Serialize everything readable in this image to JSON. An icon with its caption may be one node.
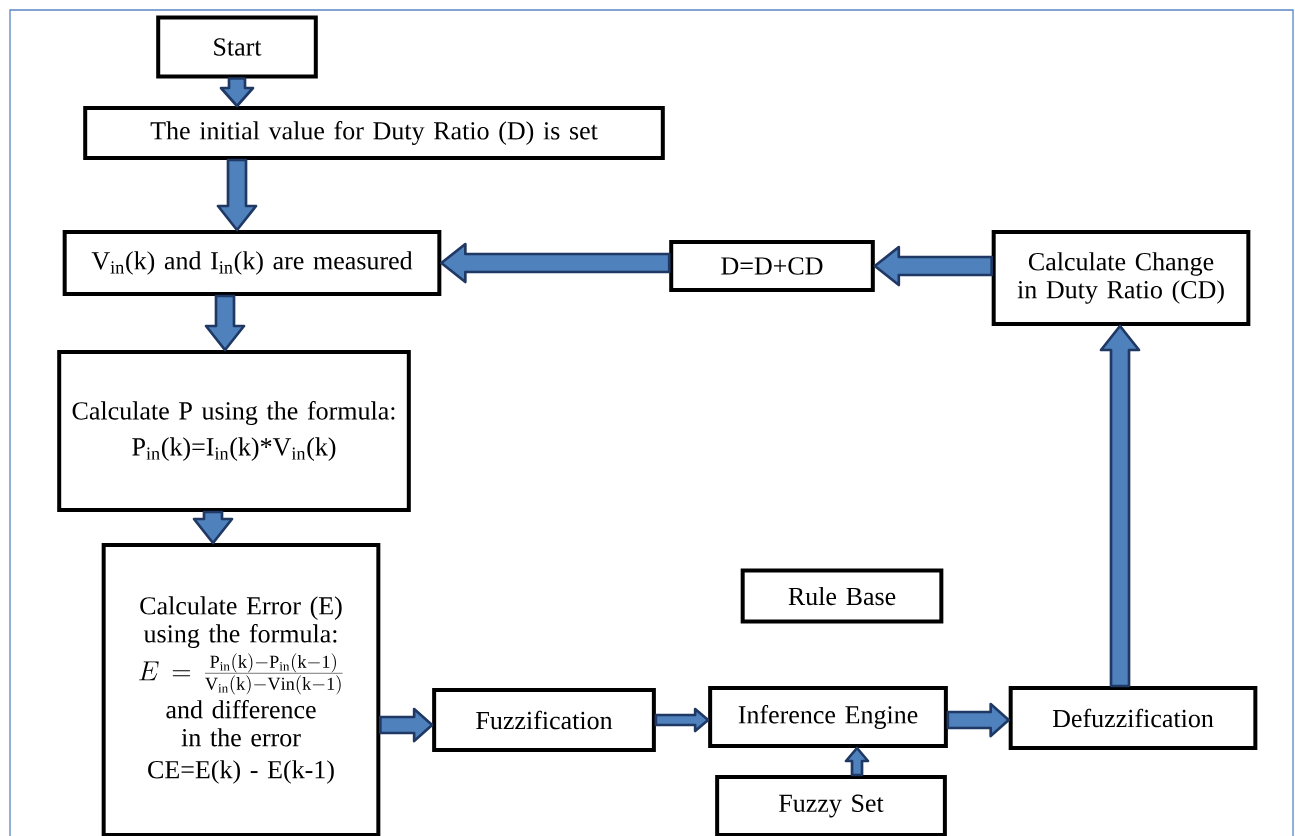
{
  "diagram": {
    "nodes": [
      {
        "text": [
          "Start"
        ]
      },
      {
        "text": [
          "The initial value for Duty Ratio (D) is set"
        ]
      },
      {
        "text": [
          "V$_{in}$(k) and I$_{in}$(k) are measured"
        ]
      },
      {
        "text": [
          "D=D+CD"
        ]
      },
      {
        "text": [
          "Calculate Change in Duty Ratio (CD)"
        ]
      },
      {
        "text": [
          "Calculate P using the formula:",
          "P$_{in}$(k)=I$_{in}$(k)*V$_{in}$(k)"
        ]
      },
      {
        "text": [
          "Calculate Error (E) using the formula:",
          "E=\\frac{\\mathrm{P_{in}(k)-P_{in}(k-1)}}{\\mathrm{V_{in}(k)-Vin(k-1)}}",
          "and difference in the error",
          "CE=E(k) - E(k-1)"
        ]
      },
      {
        "text": [
          "Rule Base"
        ]
      },
      {
        "text": [
          "Fuzzification"
        ]
      },
      {
        "text": [
          "Inference Engine"
        ]
      },
      {
        "text": [
          "Defuzzification"
        ]
      },
      {
        "text": [
          "Fuzzy Set"
        ]
      }
    ],
    "edges": [
      {
        "from": 0,
        "to": 1,
        "arrow": "to"
      },
      {
        "from": 1,
        "to": 2,
        "arrow": "to"
      },
      {
        "from": 4,
        "to": 3,
        "arrow": "to"
      },
      {
        "from": 3,
        "to": 2,
        "arrow": "to"
      },
      {
        "from": 2,
        "to": 5,
        "arrow": "to"
      },
      {
        "from": 5,
        "to": 6,
        "arrow": "to"
      },
      {
        "from": 6,
        "to": 8,
        "arrow": "to"
      },
      {
        "from": 8,
        "to": 9,
        "arrow": "to"
      },
      {
        "from": 9,
        "to": 10,
        "arrow": "to"
      },
      {
        "from": 10,
        "to": 4,
        "arrow": "to"
      },
      {
        "from": 11,
        "to": 9,
        "arrow": "to"
      }
    ]
  }
}
